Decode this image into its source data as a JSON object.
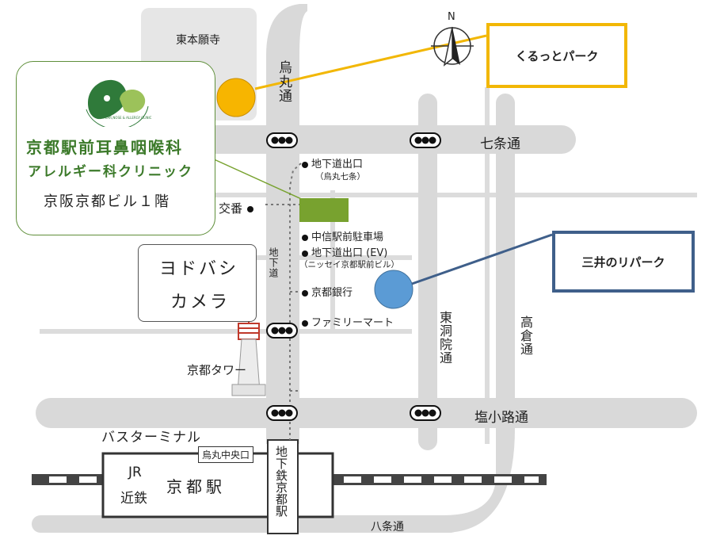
{
  "compass": {
    "label": "N"
  },
  "clinic_box": {
    "name_line1": "京都駅前耳鼻咽喉科",
    "name_line2": "アレルギー科クリニック",
    "location": "京阪京都ビル１階",
    "logo_text": "EAR,NOSE & ALLERGY CLINIC"
  },
  "landmarks": {
    "higashi_honganji": "東本願寺",
    "yodobashi_line1": "ヨドバシ",
    "yodobashi_line2": "カメラ",
    "kyoto_tower": "京都タワー",
    "koban": "交番",
    "bus_terminal": "バスターミナル",
    "jr": "JR",
    "kintetsu": "近鉄",
    "kyoto_station": "京都駅",
    "karasuma_exit": "烏丸中央口",
    "subway_station": "地下鉄京都駅"
  },
  "streets": {
    "karasuma": "烏丸通",
    "shichijo": "七条通",
    "higashinotoin": "東洞院通",
    "takakura": "高倉通",
    "shiokoji": "塩小路通",
    "hachijo": "八条通",
    "underground_path": "地下道"
  },
  "poi": [
    {
      "label": "地下道出口",
      "sub": "（烏丸七条）"
    },
    {
      "label": "中信駅前駐車場"
    },
    {
      "label": "地下道出口 (EV)",
      "sub": "（ニッセイ京都駅前ビル）"
    },
    {
      "label": "京都銀行"
    },
    {
      "label": "ファミリーマート"
    }
  ],
  "parking": {
    "kurutto": "くるっとパーク",
    "mitsui": "三井のリパーク"
  },
  "colors": {
    "road": "#d9d9d9",
    "building_block": "#e6e6e6",
    "clinic_marker": "#78a22f",
    "kurutto_marker": "#f7b500",
    "kurutto_frame": "#f2b705",
    "mitsui_marker": "#5b9bd5",
    "mitsui_frame": "#3f5f8a",
    "clinic_text": "#3c7a2a",
    "tower_red": "#c0392b"
  }
}
